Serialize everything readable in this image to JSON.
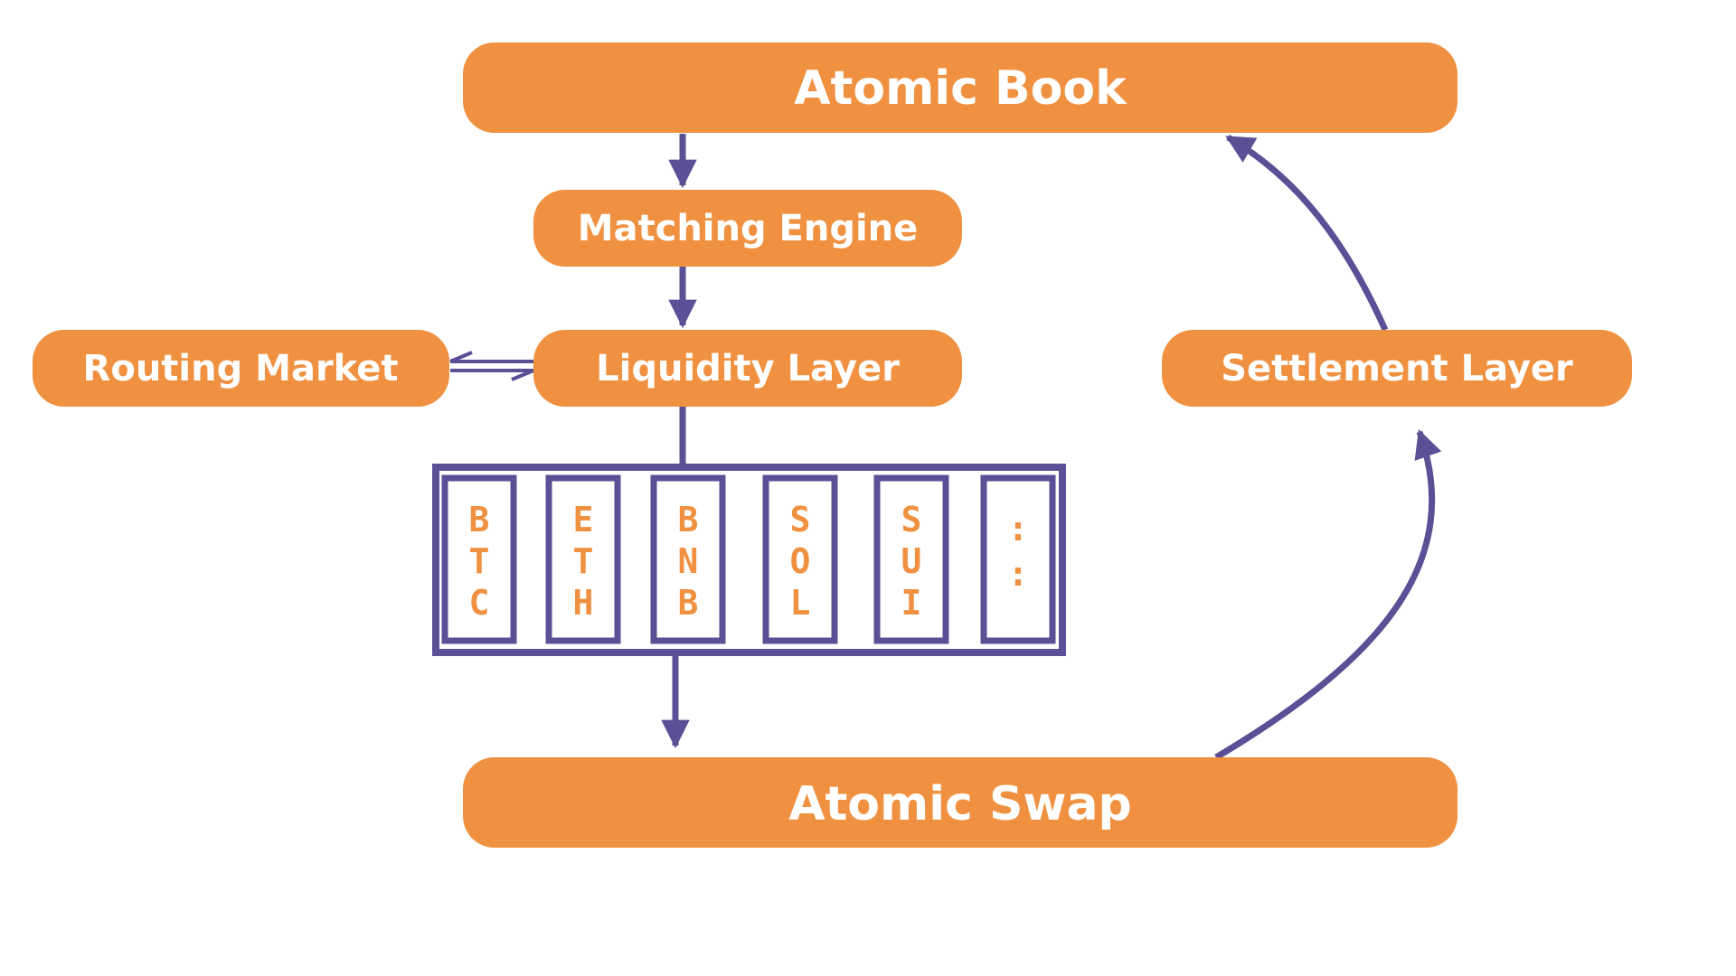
{
  "diagram": {
    "colors": {
      "node_fill": "#ef9140",
      "node_text": "#ffffff",
      "connector": "#5b4f96",
      "slot_text": "#ef9140",
      "slot_fill": "#ffffff",
      "background": "#ffffff"
    },
    "nodes": {
      "atomic_book": "Atomic Book",
      "matching_engine": "Matching Engine",
      "routing_market": "Routing Market",
      "liquidity_layer": "Liquidity Layer",
      "settlement_layer": "Settlement Layer",
      "atomic_swap": "Atomic Swap"
    },
    "pool_slots": [
      [
        "B",
        "T",
        "C"
      ],
      [
        "E",
        "T",
        "H"
      ],
      [
        "B",
        "N",
        "B"
      ],
      [
        "S",
        "O",
        "L"
      ],
      [
        "S",
        "U",
        "I"
      ],
      [
        ":",
        ":"
      ]
    ]
  }
}
